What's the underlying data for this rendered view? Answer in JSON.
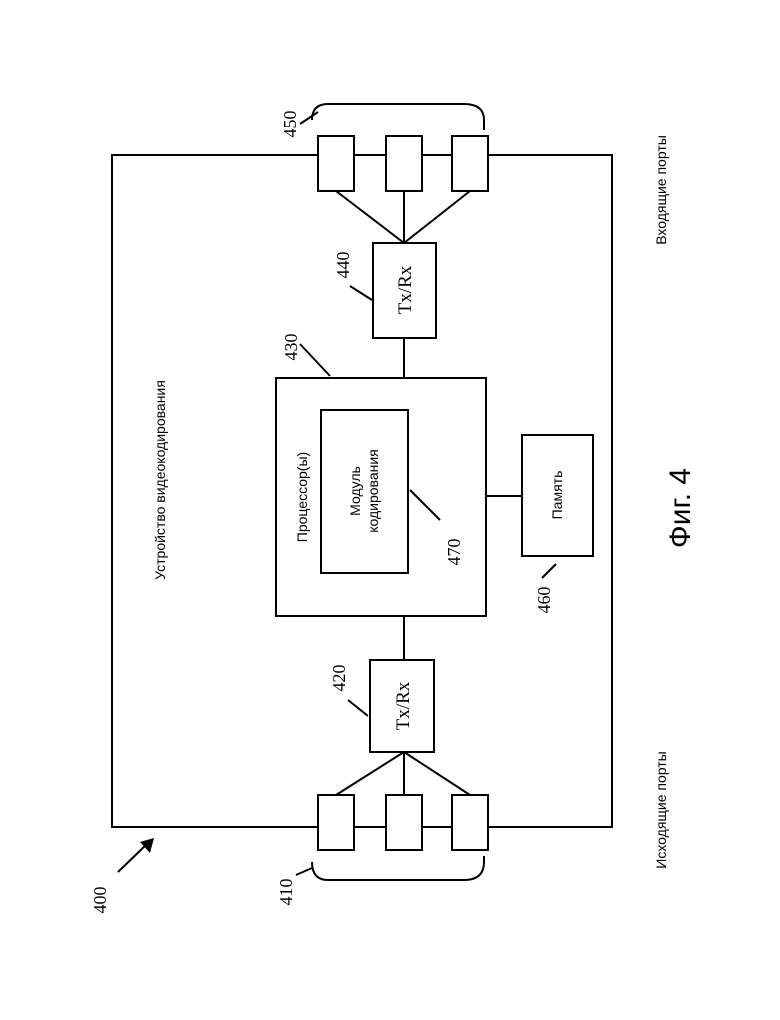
{
  "figure": {
    "caption": "Фиг. 4",
    "device_label": "Устройство видеокодирования",
    "ingress_label": "Входящие порты",
    "egress_label": "Исходящие порты",
    "processor_label": "Процессор(ы)",
    "module_label_line1": "Модуль",
    "module_label_line2": "кодирования",
    "memory_label": "Память",
    "txrx_top_label": "Tx/Rx",
    "txrx_bottom_label": "Tx/Rx",
    "refs": {
      "device": "400",
      "egress_ports": "410",
      "txrx_bottom": "420",
      "processor": "430",
      "txrx_top": "440",
      "ingress_ports": "450",
      "memory": "460",
      "module": "470"
    }
  }
}
